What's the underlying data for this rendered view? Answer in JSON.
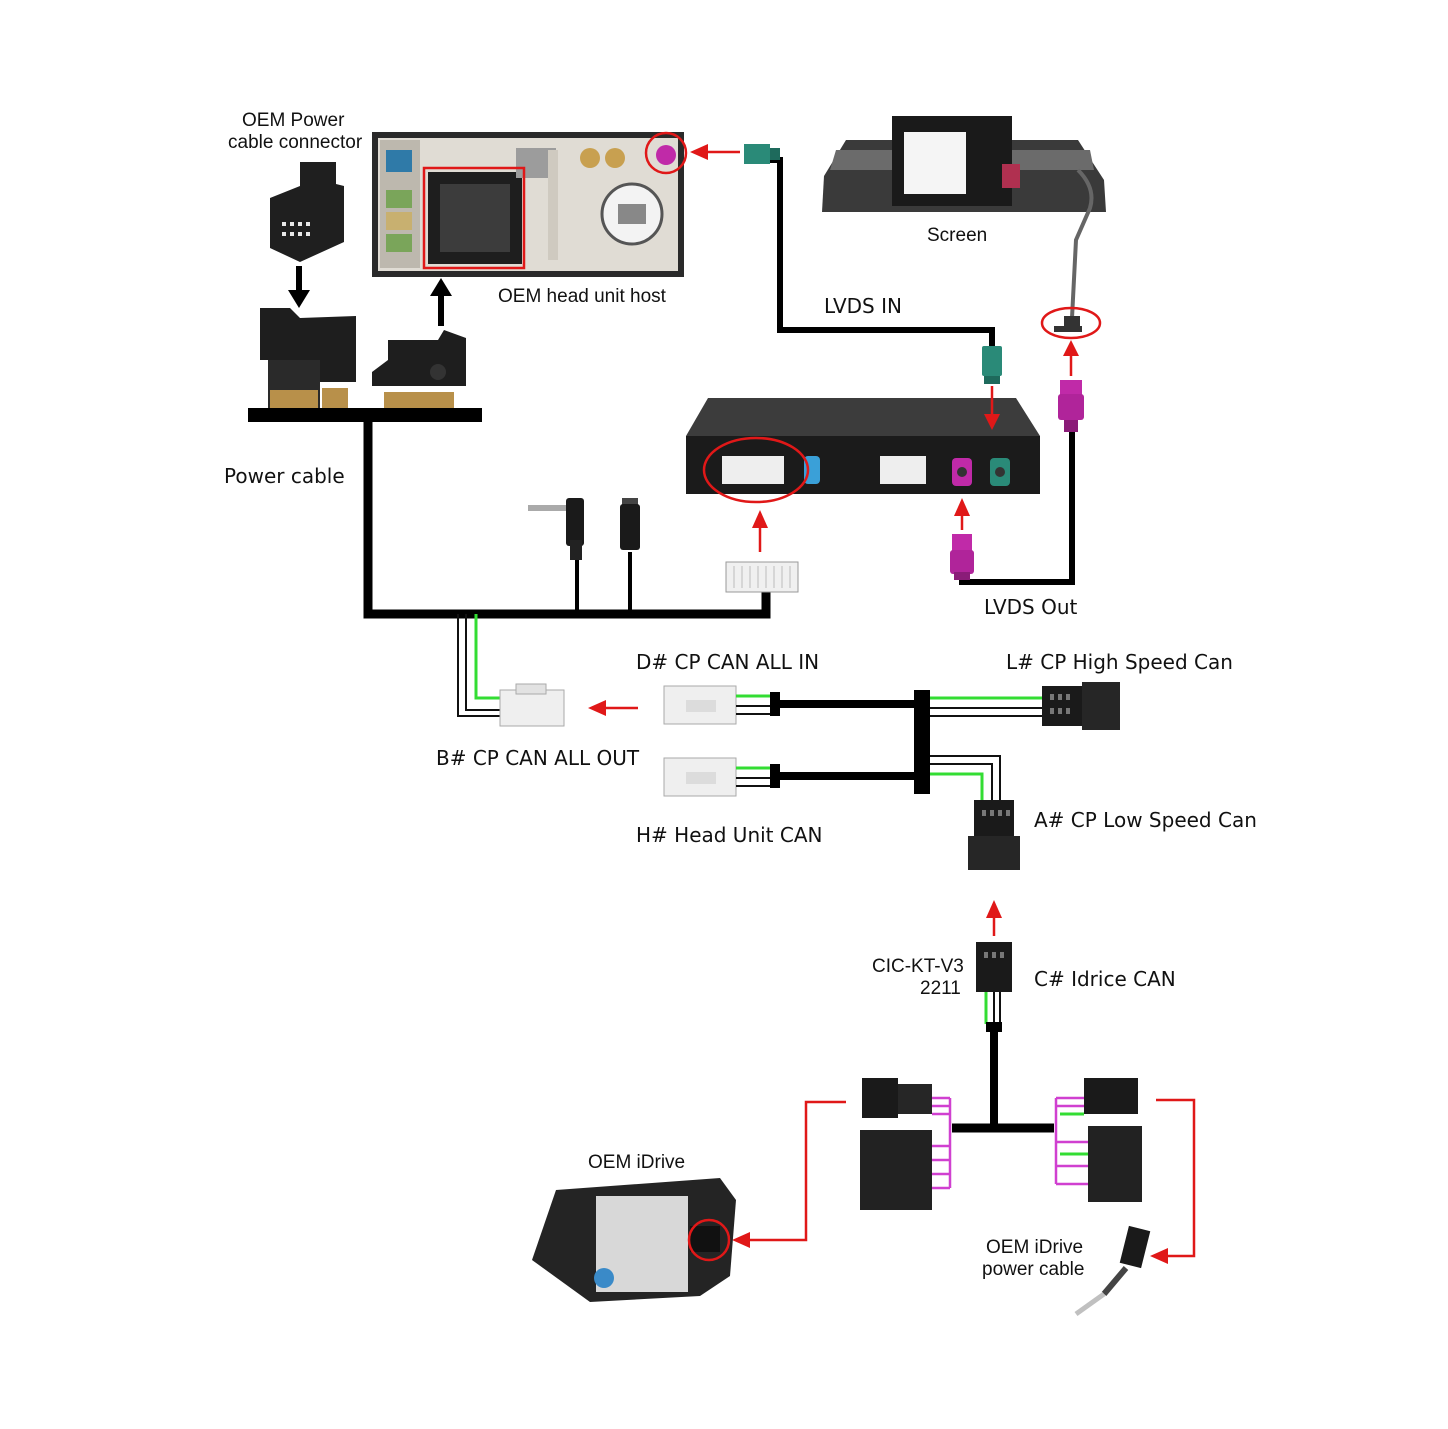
{
  "labels": {
    "oem_power_connector": [
      "OEM Power",
      "cable connector"
    ],
    "head_unit": "OEM head unit host",
    "screen": "Screen",
    "lvds_in": "LVDS IN",
    "power_cable": "Power cable",
    "lvds_out": "LVDS Out",
    "d_can_in": "D# CP CAN ALL IN",
    "l_high_speed": "L# CP High Speed Can",
    "b_can_out": "B# CP CAN ALL OUT",
    "h_head_unit_can": "H# Head Unit CAN",
    "a_low_speed": "A# CP Low Speed Can",
    "cic_model": [
      "CIC-KT-V3",
      "2211"
    ],
    "c_idrive_can": "C# Idrice CAN",
    "oem_idrive": "OEM iDrive",
    "oem_idrive_power": [
      "OEM iDrive",
      "power cable"
    ]
  },
  "colors": {
    "wire": "#000000",
    "can_wire": "#33dd33",
    "idrive_wire": "#d040d0",
    "fakra_pink": "#c02aa8",
    "fakra_green": "#2a8a78",
    "highlight": "#e01818"
  }
}
